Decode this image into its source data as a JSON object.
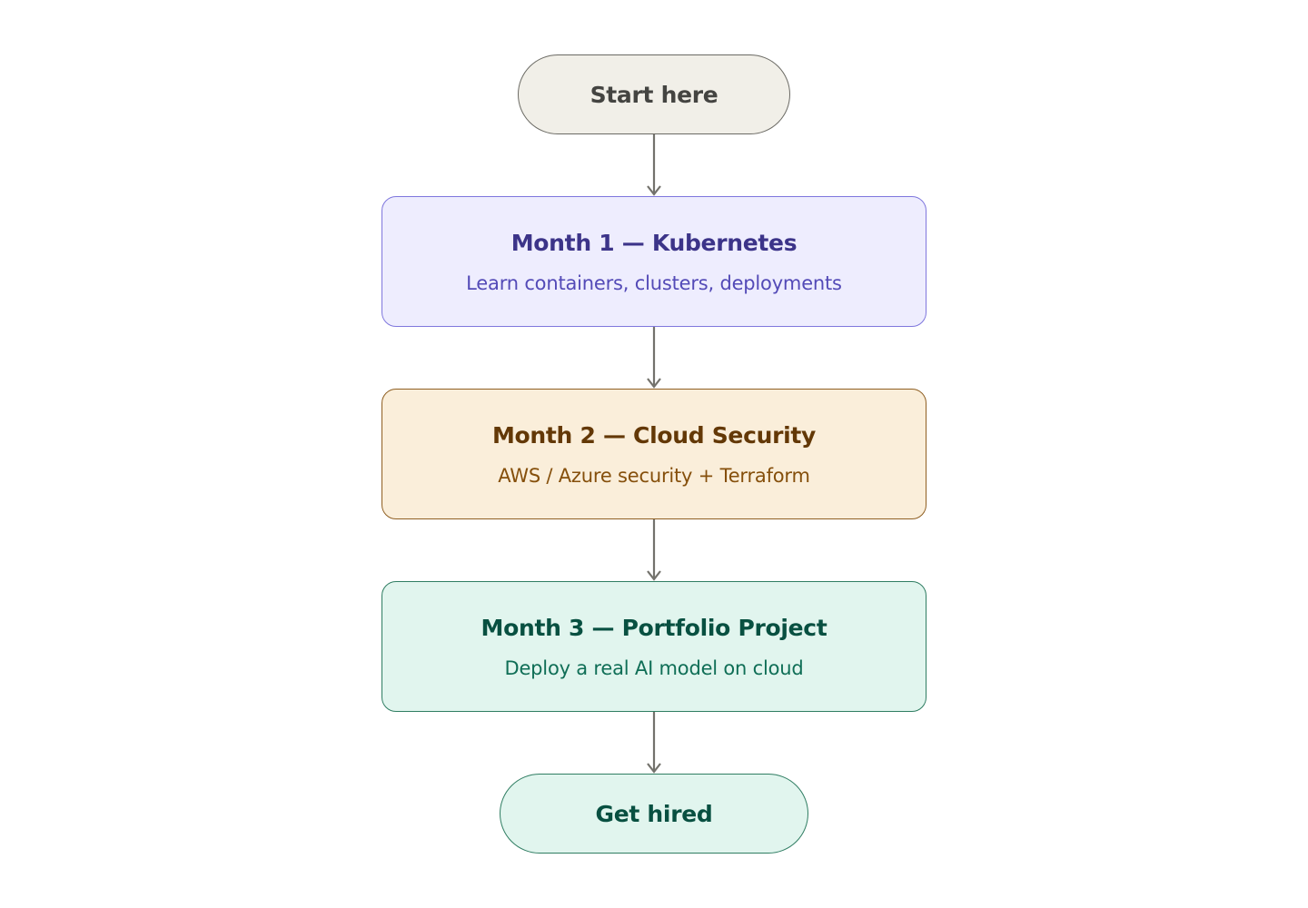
{
  "diagram": {
    "type": "flowchart",
    "direction": "top-to-bottom",
    "nodes": [
      {
        "id": "start",
        "shape": "pill",
        "title": "Start here"
      },
      {
        "id": "m1",
        "shape": "rounded-rect",
        "title": "Month 1 — Kubernetes",
        "subtitle": "Learn containers, clusters, deployments",
        "color": "#534ab7"
      },
      {
        "id": "m2",
        "shape": "rounded-rect",
        "title": "Month 2 — Cloud Security",
        "subtitle": "AWS / Azure security + Terraform",
        "color": "#854f0b"
      },
      {
        "id": "m3",
        "shape": "rounded-rect",
        "title": "Month 3 — Portfolio Project",
        "subtitle": "Deploy a real AI model on cloud",
        "color": "#0f6e56"
      },
      {
        "id": "end",
        "shape": "pill",
        "title": "Get hired"
      }
    ],
    "edges": [
      {
        "from": "start",
        "to": "m1"
      },
      {
        "from": "m1",
        "to": "m2"
      },
      {
        "from": "m2",
        "to": "m3"
      },
      {
        "from": "m3",
        "to": "end"
      }
    ],
    "edge_color": "#73726c"
  }
}
